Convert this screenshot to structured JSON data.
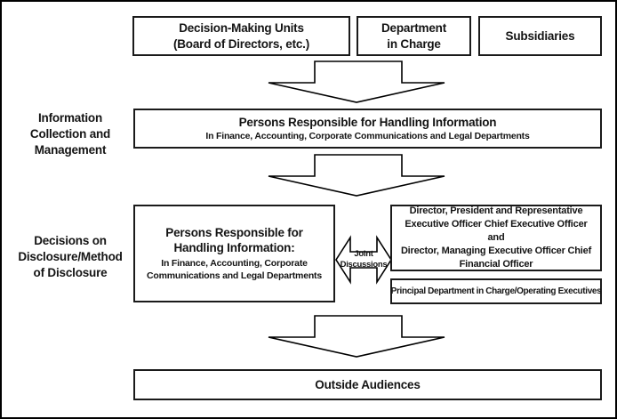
{
  "colors": {
    "line": "#000000",
    "background": "#ffffff",
    "text": "#141414"
  },
  "top_row": {
    "decision_units": {
      "line1": "Decision-Making Units",
      "line2": "(Board of Directors, etc.)"
    },
    "department_in_charge": {
      "line1": "Department",
      "line2": "in Charge"
    },
    "subsidiaries": {
      "label": "Subsidiaries"
    }
  },
  "section_labels": {
    "information_collection": {
      "line1": "Information",
      "line2": "Collection and",
      "line3": "Management"
    },
    "decisions_on_disclosure": {
      "line1": "Decisions on",
      "line2": "Disclosure/Method",
      "line3": "of Disclosure"
    }
  },
  "collection_box": {
    "title": "Persons Responsible for Handling Information",
    "subtitle": "In Finance, Accounting, Corporate Communications and Legal Departments"
  },
  "disclosure_stage": {
    "left_box": {
      "title_line1": "Persons Responsible for",
      "title_line2": "Handling Information:",
      "subtitle_line1": "In Finance, Accounting, Corporate",
      "subtitle_line2": "Communications and Legal Departments"
    },
    "joint_discussions": {
      "line1": "Joint",
      "line2": "Discussions"
    },
    "executives_box": {
      "line1": "Director, President and Representative",
      "line2": "Executive Officer Chief Executive Officer",
      "line3": "and",
      "line4": "Director, Managing Executive Officer Chief",
      "line5": "Financial Officer"
    },
    "principal_box": {
      "label": "Principal Department in Charge/Operating Executives"
    }
  },
  "outside_box": {
    "label": "Outside Audiences"
  }
}
